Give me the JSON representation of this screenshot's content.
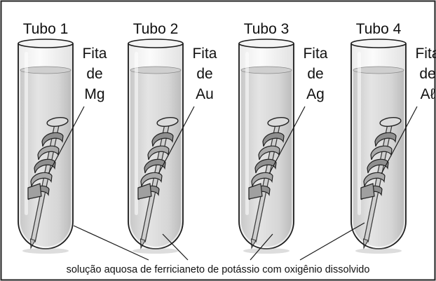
{
  "figure": {
    "tubes": [
      {
        "title": "Tubo 1",
        "label_line1": "Fita",
        "label_line2": "de",
        "label_line3": "Mg"
      },
      {
        "title": "Tubo 2",
        "label_line1": "Fita",
        "label_line2": "de",
        "label_line3": "Au"
      },
      {
        "title": "Tubo 3",
        "label_line1": "Fita",
        "label_line2": "de",
        "label_line3": "Ag"
      },
      {
        "title": "Tubo 4",
        "label_line1": "Fita",
        "label_line2": "de",
        "label_line3": "Aℓ"
      }
    ],
    "caption": "solução aquosa de ferricianeto de potássio com oxigênio dissolvido",
    "colors": {
      "outline": "#1a1a1a",
      "liquid": "#d9d9d9",
      "liquid_shade": "#c4c4c4",
      "glass": "#f7f7f7",
      "nail": "#b8b8b8",
      "tape": "#9a9a9a",
      "frame": "#222222"
    }
  }
}
